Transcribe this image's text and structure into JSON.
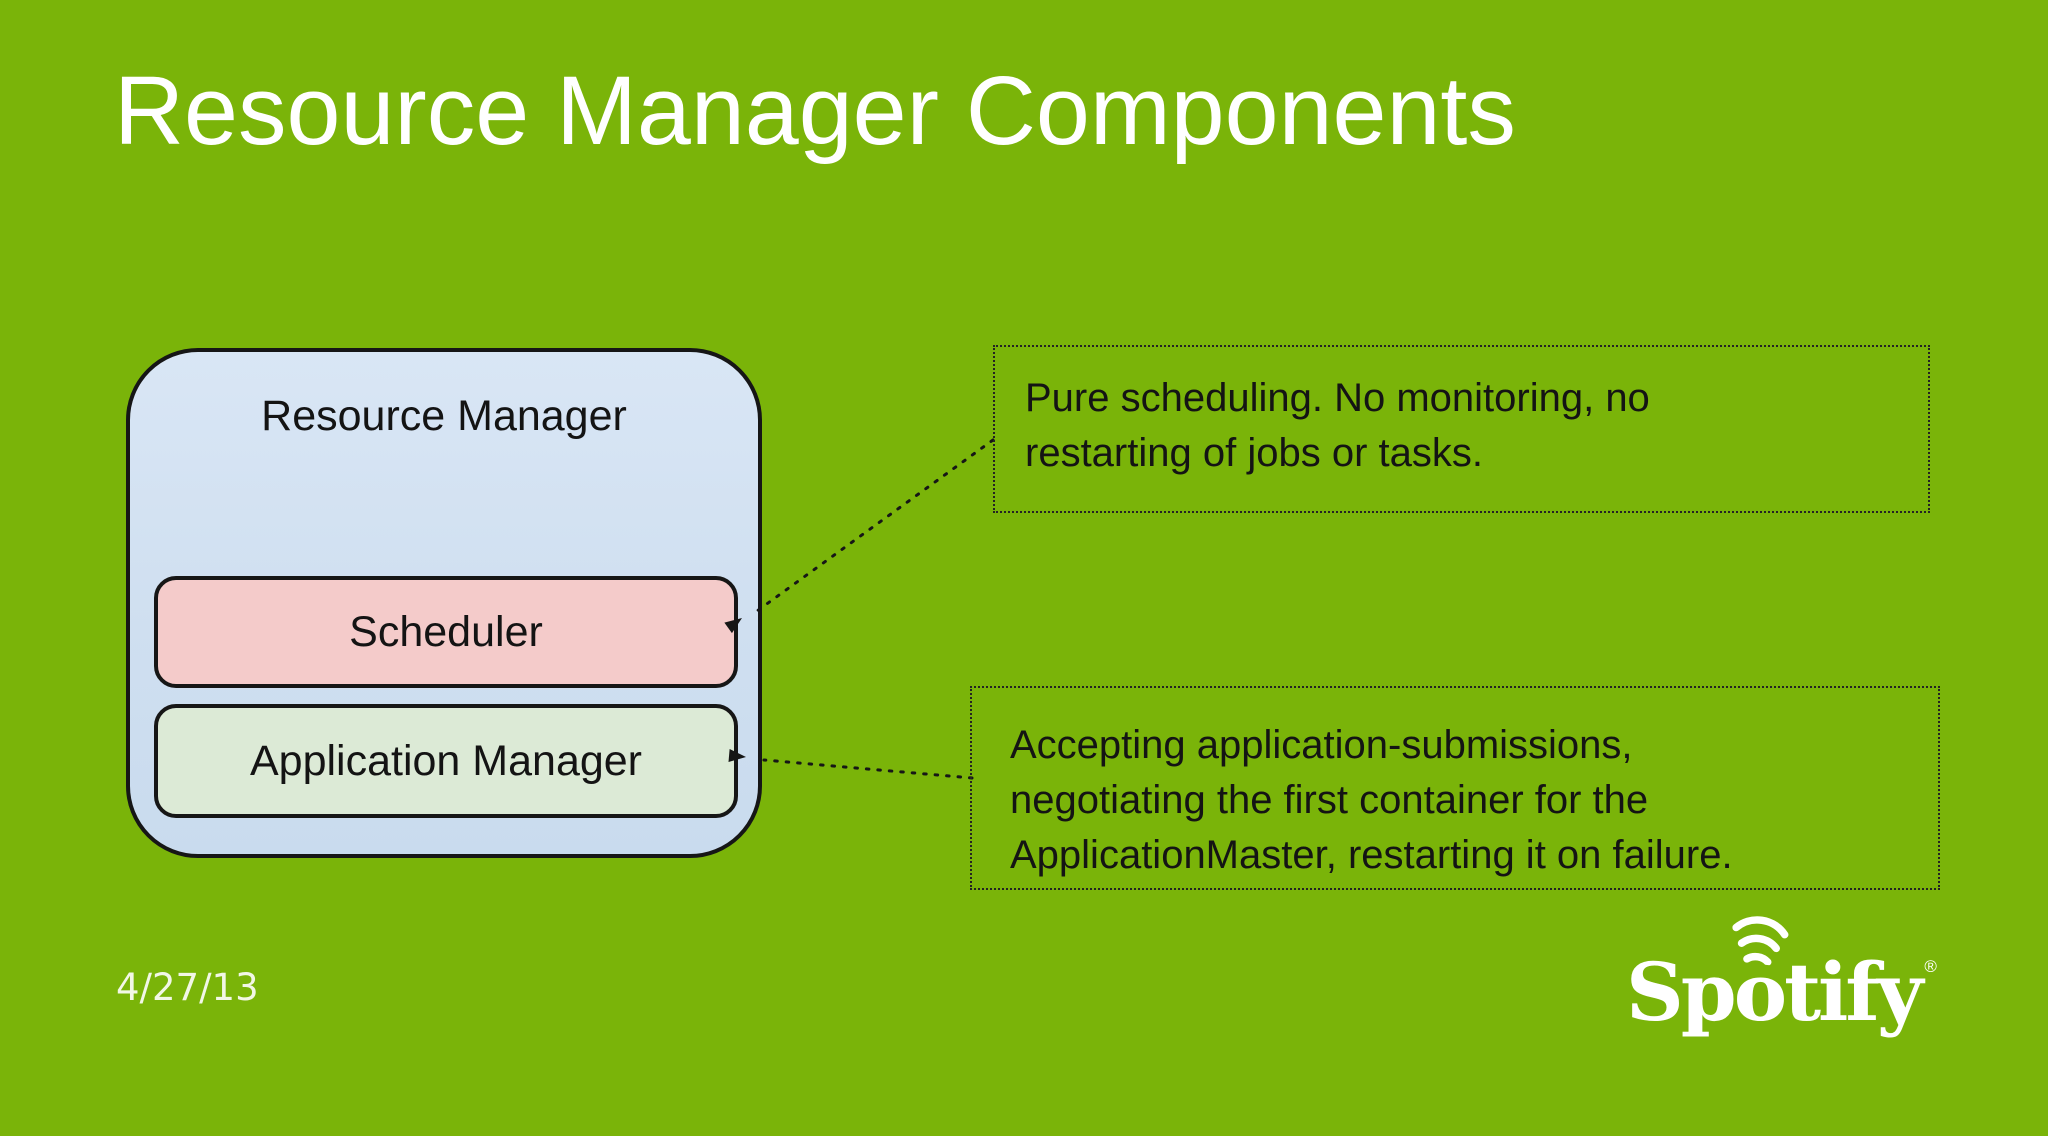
{
  "slide": {
    "title": "Resource Manager Components",
    "date": "4/27/13"
  },
  "colors": {
    "background": "#7ab409",
    "container_fill": "#cfdff0",
    "scheduler_fill": "#f4cbca",
    "app_manager_fill": "#dcead6",
    "title_text": "#ffffff",
    "diagram_text": "#141414",
    "border": "#161616"
  },
  "diagram": {
    "container_label": "Resource Manager",
    "components": [
      {
        "label": "Scheduler"
      },
      {
        "label": "Application Manager"
      }
    ]
  },
  "annotations": [
    {
      "target": "scheduler",
      "text": "Pure scheduling. No monitoring, no\nrestarting of jobs or tasks."
    },
    {
      "target": "application-manager",
      "text": "Accepting application-submissions,\nnegotiating the first container for the\nApplicationMaster, restarting it on failure."
    }
  ],
  "logo": {
    "text": "Spotify",
    "parts": [
      "Sp",
      "o",
      "tify"
    ],
    "registered_mark": "®",
    "icon": "spotify-beams-icon"
  }
}
